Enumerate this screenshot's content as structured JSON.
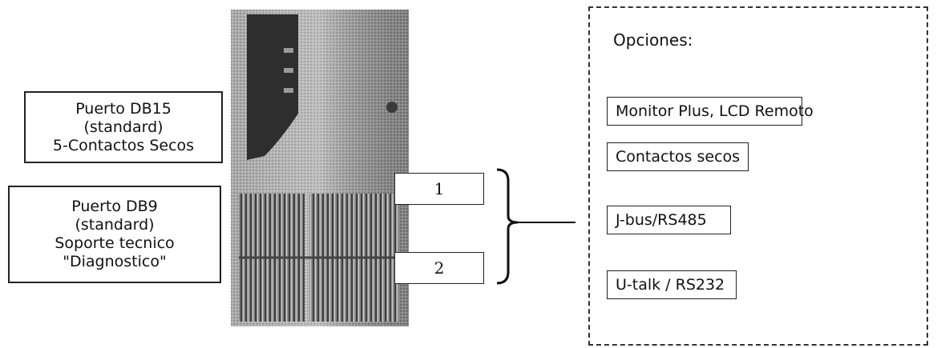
{
  "left_labels": {
    "db15": {
      "line1": "Puerto DB15",
      "line2": "(standard)",
      "line3": "5-Contactos Secos"
    },
    "db9": {
      "line1": "Puerto DB9",
      "line2": "(standard)",
      "line3": "Soporte tecnico",
      "line4": "\"Diagnostico\""
    }
  },
  "slots": {
    "slot1": "1",
    "slot2": "2"
  },
  "options_panel": {
    "title": "Opciones:",
    "items": [
      "Monitor Plus, LCD Remoto",
      "Contactos secos",
      "J-bus/RS485",
      "U-talk / RS232"
    ]
  }
}
